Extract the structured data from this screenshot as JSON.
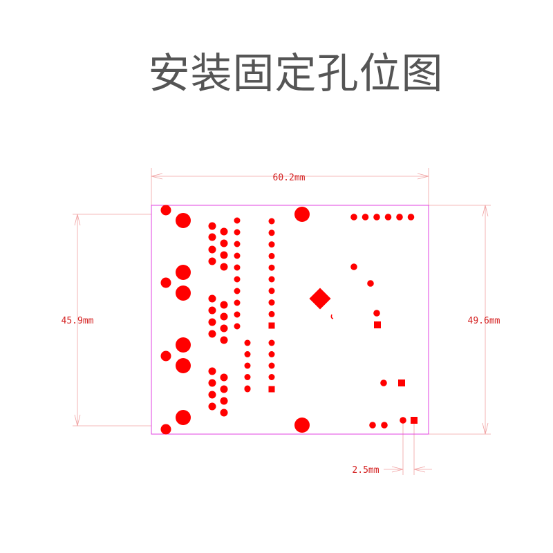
{
  "title": "安装固定孔位图",
  "dimensions": {
    "width_top": "60.2mm",
    "height_left": "45.9mm",
    "height_right": "49.6mm",
    "pitch_bottom": "2.5mm"
  },
  "colors": {
    "board_outline": "#e040e0",
    "pad": "#ff0000",
    "dimension_line": "#f0a0a0",
    "dimension_text": "#d42020",
    "title": "#555555"
  }
}
